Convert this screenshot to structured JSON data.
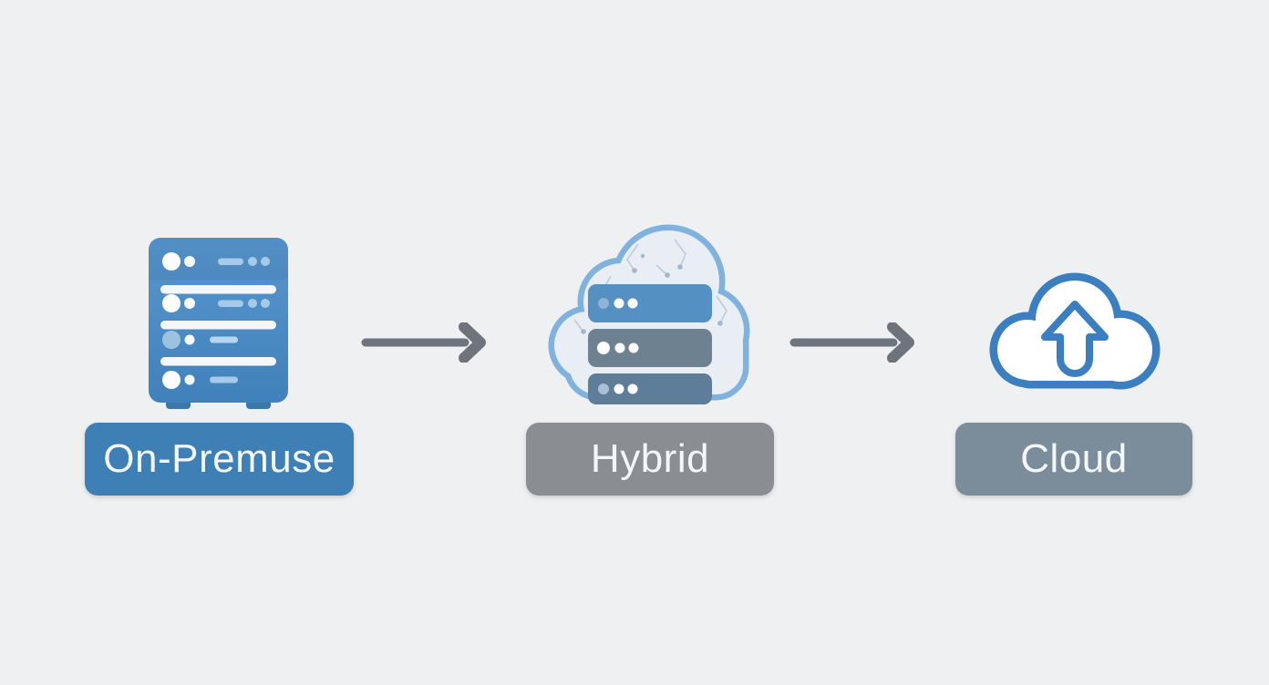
{
  "diagram": {
    "type": "flow",
    "description": "Three-stage infrastructure migration diagram",
    "stages": [
      {
        "id": "on-premise",
        "label": "On-Premuse",
        "icon": "server-rack-icon",
        "label_bg": "#3e7fb6"
      },
      {
        "id": "hybrid",
        "label": "Hybrid",
        "icon": "hybrid-cloud-server-icon",
        "label_bg": "#8a8e93"
      },
      {
        "id": "cloud",
        "label": "Cloud",
        "icon": "cloud-upload-icon",
        "label_bg": "#7b8c9b"
      }
    ],
    "connectors": [
      {
        "from": "on-premise",
        "to": "hybrid",
        "type": "arrow-right",
        "color": "#6e747c"
      },
      {
        "from": "hybrid",
        "to": "cloud",
        "type": "arrow-right",
        "color": "#6e747c"
      }
    ],
    "colors": {
      "background": "#eff0f1",
      "label_text": "#f3f7fa",
      "server_blue_top": "#5897cd",
      "server_blue_bottom": "#4181bb",
      "server_accent_light_blue": "#a6cbe8",
      "hybrid_cloud_stroke": "#7fb2dd",
      "hybrid_cloud_fill": "#e9eef5",
      "hybrid_bar_blue": "#5590c3",
      "hybrid_bar_gray": "#6d8191",
      "hybrid_bar_slate": "#5e7d99",
      "cloud_outline_blue": "#3b7fc0",
      "arrow_gray": "#6e747c"
    }
  }
}
